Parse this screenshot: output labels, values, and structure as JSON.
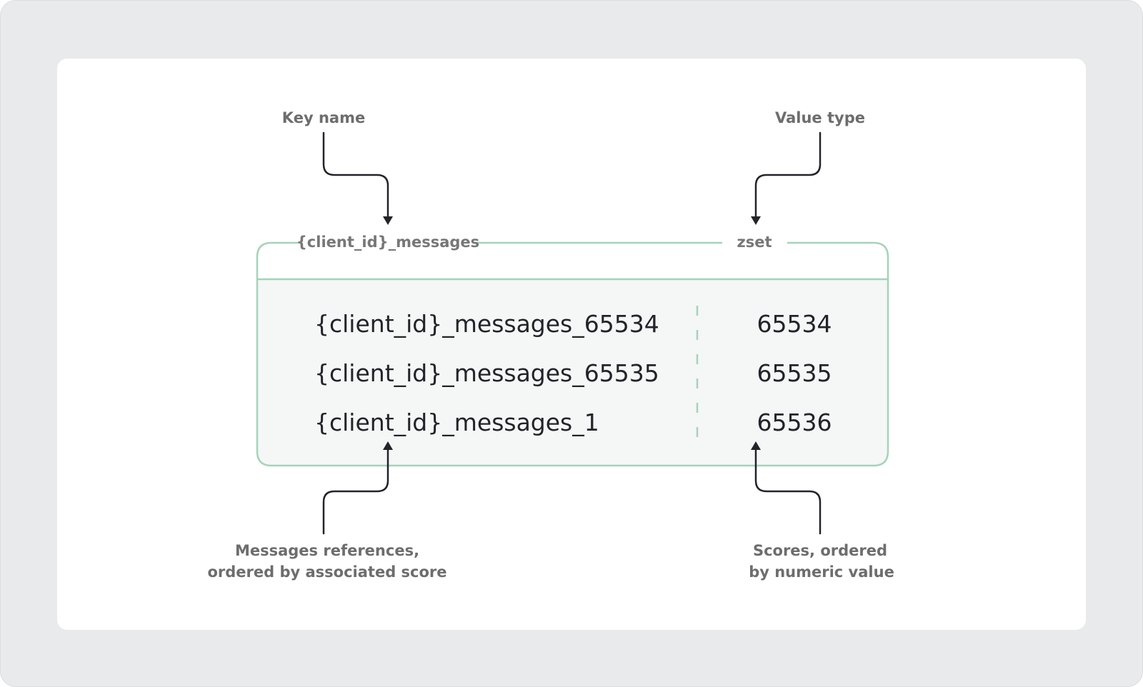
{
  "annotations": {
    "key_name": "Key name",
    "value_type": "Value type",
    "members_note_line1": "Messages references,",
    "members_note_line2": "ordered by associated score",
    "scores_note_line1": "Scores, ordered",
    "scores_note_line2": "by numeric value"
  },
  "zset": {
    "key": "{client_id}_messages",
    "type": "zset",
    "entries": [
      {
        "member": "{client_id}_messages_65534",
        "score": "65534"
      },
      {
        "member": "{client_id}_messages_65535",
        "score": "65535"
      },
      {
        "member": "{client_id}_messages_1",
        "score": "65536"
      }
    ]
  },
  "colors": {
    "box_border": "#a6d3b9",
    "box_fill": "#f4f7f6",
    "arrow": "#23232a",
    "background": "#e9eaec",
    "card": "#ffffff"
  }
}
